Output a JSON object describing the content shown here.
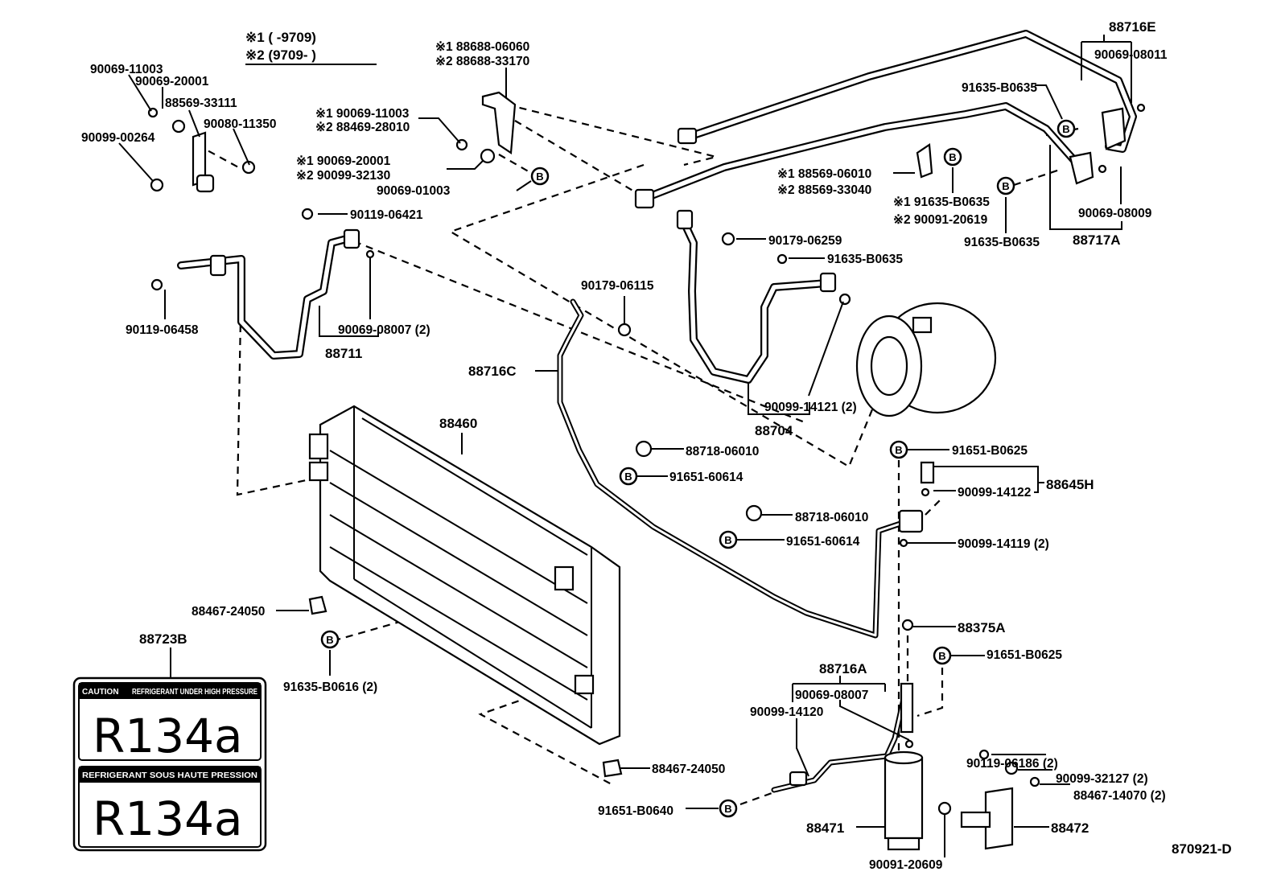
{
  "notes": {
    "note1": "※1 (       -9709)",
    "note2": "※2 (9709-       )"
  },
  "labels": [
    "90069-11003",
    "90069-20001",
    "88569-33111",
    "90080-11350",
    "※1 90069-11003",
    "※2 88469-28010",
    "90099-00264",
    "※1 90069-20001",
    "※2 90099-32130",
    "90069-01003",
    "※1 88688-06060",
    "※2 88688-33170",
    "88716E",
    "90069-08011",
    "91635-B0635",
    "※1 88569-06010",
    "※2 88569-33040",
    "※1 91635-B0635",
    "※2 90091-20619",
    "90069-08009",
    "91635-B0635",
    "88717A",
    "90179-06259",
    "91635-B0635",
    "90119-06421",
    "90119-06458",
    "90069-08007 (2)",
    "88711",
    "90179-06115",
    "88716C",
    "90099-14121 (2)",
    "88704",
    "88460",
    "88718-06010",
    "91651-60614",
    "91651-B0625",
    "88645H",
    "90099-14122",
    "88718-06010",
    "91651-60614",
    "90099-14119 (2)",
    "88375A",
    "91651-B0625",
    "88467-24050",
    "88723B",
    "91635-B0616 (2)",
    "88716A",
    "90069-08007",
    "90099-14120",
    "90119-06186 (2)",
    "90099-32127 (2)",
    "88467-14070 (2)",
    "88467-24050",
    "91651-B0640",
    "88471",
    "88472",
    "90091-20609",
    "870921-D"
  ],
  "bolt_marker": "B",
  "caution_label": {
    "top_header_left": "CAUTION",
    "top_header_right": "REFRIGERANT UNDER HIGH PRESSURE",
    "top_refrigerant": "R134a",
    "bottom_header": "REFRIGERANT SOUS HAUTE PRESSION",
    "bottom_refrigerant": "R134a"
  }
}
